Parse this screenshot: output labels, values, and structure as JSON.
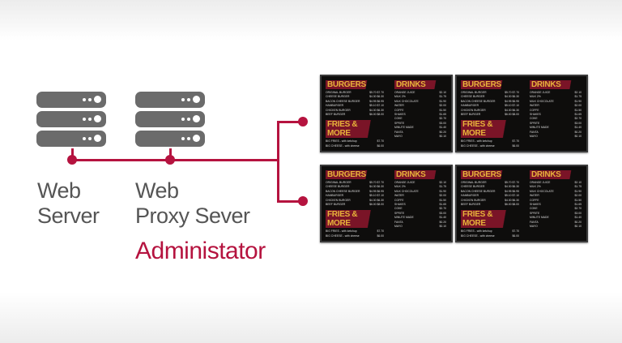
{
  "nodes": {
    "web_server": [
      "Web",
      "Server"
    ],
    "proxy": [
      "Web",
      "Proxy Sever"
    ],
    "admin_label": "Administator"
  },
  "colors": {
    "accent": "#b5133f",
    "server": "#6b6b6b",
    "menu_heading": "#e7b33a"
  },
  "menu": {
    "burgers_title": "BURGERS",
    "drinks_title": "DRINKS",
    "fries_title": "FRIES & MORE",
    "burgers": [
      [
        "ORIGINAL BURGER",
        "$5.70 $7.70"
      ],
      [
        "CHEESE BURGER",
        "$4.30 $6.30"
      ],
      [
        "BACON CHEESE BURGER",
        "$4.95 $6.95"
      ],
      [
        "HAMBURGER",
        "$5.10 $7.10"
      ],
      [
        "CHICKEN BURGER",
        "$4.30 $6.30"
      ],
      [
        "BEEF BURGER",
        "$6.00 $8.00"
      ]
    ],
    "fries": [
      [
        "BIG FRIES - with ketchup",
        "$7.70"
      ],
      [
        "BIG CHEESE - with cheese",
        "$6.00"
      ]
    ],
    "drinks": [
      [
        "ORANGE JUICE",
        "$2.10"
      ],
      [
        "MILK 2%",
        "$1.75"
      ],
      [
        "MILK CHOCOLATE",
        "$1.90"
      ],
      [
        "WATER",
        "$2.00"
      ],
      [
        "COFFE",
        "$1.50"
      ],
      [
        "SHAKES",
        "$1.65"
      ],
      [
        "COKE",
        "$2.70"
      ],
      [
        "SPRITE",
        "$3.00"
      ],
      [
        "MINUTE MADE",
        "$1.40"
      ],
      [
        "FANTA",
        "$0.20"
      ],
      [
        "MAYO",
        "$0.10"
      ]
    ]
  }
}
